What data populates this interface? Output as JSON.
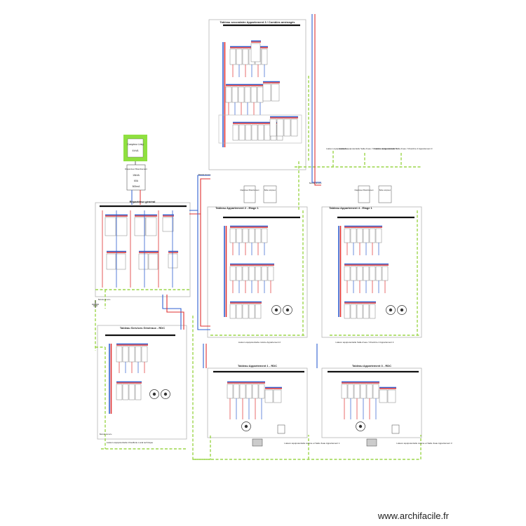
{
  "panels": {
    "combles": "Tableau secondaire Appartement 3 / Combles aménagés",
    "general": "Répartiteur général",
    "etage1_app2": "Tableau Appartement 2 - Etage 1",
    "etage1_app4": "Tableau Appartement 4 - Etage 1",
    "services": "Tableau Services Généraux - RDC",
    "rdc_app1": "Tableau Appartement 1 - RDC",
    "rdc_app3": "Tableau Appartement 3 - RDC"
  },
  "main_breaker": {
    "title": "Disjoncteur Branchement",
    "rating": "15kVA",
    "current": "60A",
    "sensitivity": "500mA"
  },
  "meter": {
    "label": "Compteur Linky",
    "power": "6 kVA"
  },
  "sub_breaker_label": "Disjoncteur Branchement",
  "meter_box_label": "Boîte compteur",
  "notes": {
    "combles_left": "Liaison équipotentielle",
    "combles_mid": "Liaison équipotentielle Salle d'eau / Chambre 1 Appartement 3",
    "combles_right": "Liaison équipotentielle Salle d'eau / Chambre 2 Appartement 3",
    "etage1_app2": "Liaison équipotentielle cuisine Appartement 2",
    "etage1_app4": "Liaison équipotentielle Salle d'eau / Chambre 4 Appartement 4",
    "services": "Liaison équipotentielle Chaufferie Local technique",
    "rdc_app1": "Liaison équipotentielle cuisine et Salle d'eau Appartement 1",
    "rdc_app3": "Liaison équipotentielle cuisine et Salle d'eau Appartement 3"
  },
  "earth_label": "Barrette de terre",
  "watermark": "www.archifacile.fr",
  "colors": {
    "live": "#e03030",
    "neutral": "#2f5fd0",
    "earth": "#9cd64a",
    "busbar": "#111111",
    "frame": "#b5b5b5",
    "meter": "#8fe040",
    "module": "#ffffff"
  }
}
